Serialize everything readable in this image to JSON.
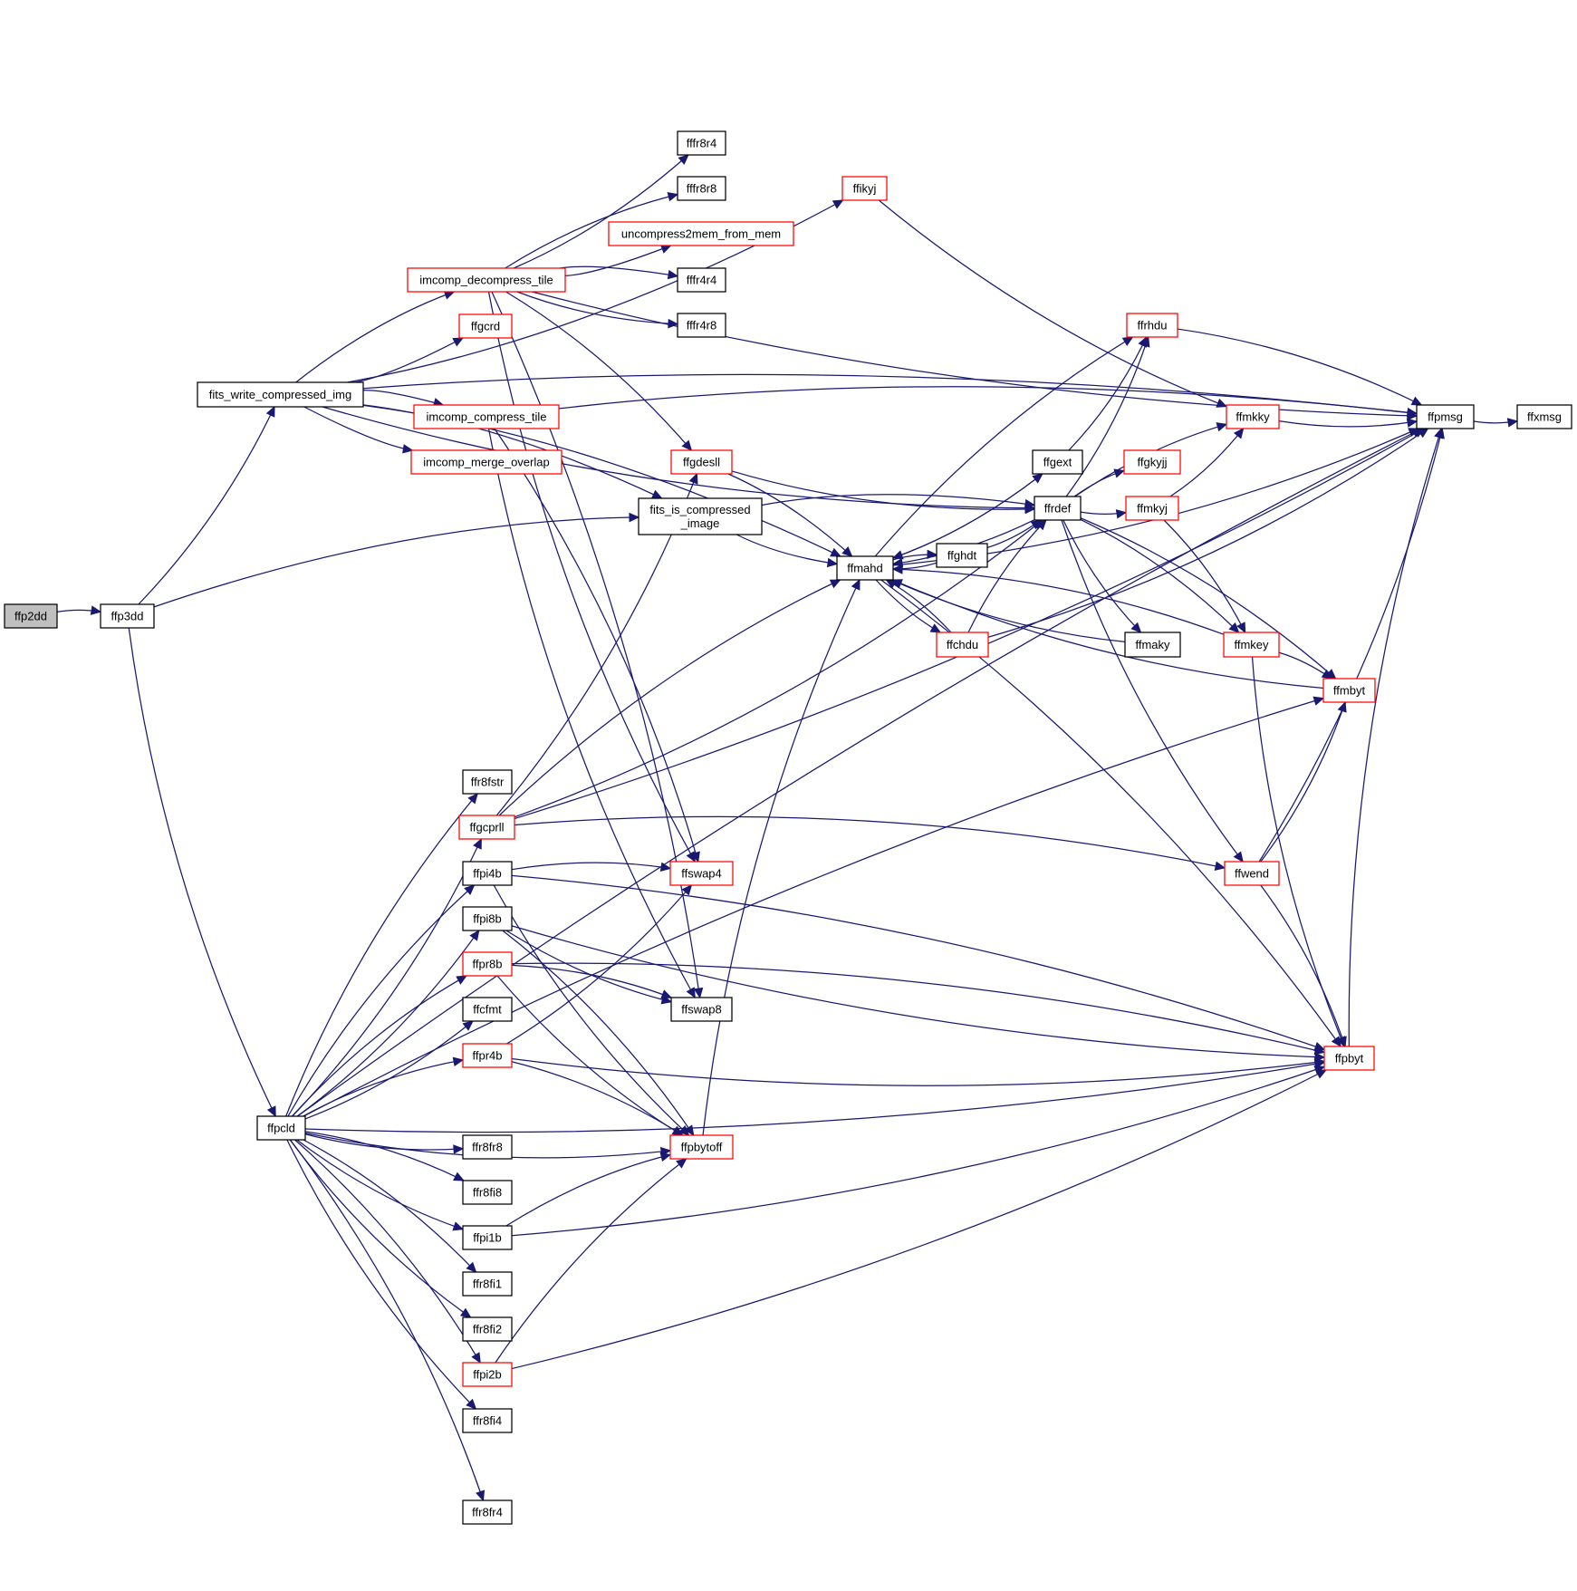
{
  "colors": {
    "background": "#ffffff",
    "edge": "#191970",
    "node_border": "#000000",
    "node_border_has_more": "#ff0000",
    "node_current_fill": "#bfbfbf"
  },
  "nodes": [
    {
      "id": "ffp2dd",
      "lines": [
        "ffp2dd"
      ],
      "current": true
    },
    {
      "id": "ffp3dd",
      "lines": [
        "ffp3dd"
      ]
    },
    {
      "id": "fits_write_compressed_img",
      "lines": [
        "fits_write_compressed_img"
      ]
    },
    {
      "id": "fits_is_compressed_image",
      "lines": [
        "fits_is_compressed",
        "_image"
      ]
    },
    {
      "id": "ffpcld",
      "lines": [
        "ffpcld"
      ]
    },
    {
      "id": "imcomp_decompress_tile",
      "lines": [
        "imcomp_decompress_tile"
      ],
      "has_more": true
    },
    {
      "id": "ffgcrd",
      "lines": [
        "ffgcrd"
      ],
      "has_more": true
    },
    {
      "id": "imcomp_compress_tile",
      "lines": [
        "imcomp_compress_tile"
      ],
      "has_more": true
    },
    {
      "id": "imcomp_merge_overlap",
      "lines": [
        "imcomp_merge_overlap"
      ],
      "has_more": true
    },
    {
      "id": "fffr8r4",
      "lines": [
        "fffr8r4"
      ]
    },
    {
      "id": "fffr8r8",
      "lines": [
        "fffr8r8"
      ]
    },
    {
      "id": "uncompress2mem_from_mem",
      "lines": [
        "uncompress2mem_from_mem"
      ],
      "has_more": true
    },
    {
      "id": "fffr4r4",
      "lines": [
        "fffr4r4"
      ]
    },
    {
      "id": "fffr4r8",
      "lines": [
        "fffr4r8"
      ]
    },
    {
      "id": "ffikyj",
      "lines": [
        "ffikyj"
      ],
      "has_more": true
    },
    {
      "id": "ffgdesll",
      "lines": [
        "ffgdesll"
      ],
      "has_more": true
    },
    {
      "id": "ffmahd",
      "lines": [
        "ffmahd"
      ]
    },
    {
      "id": "ffghdt",
      "lines": [
        "ffghdt"
      ]
    },
    {
      "id": "ffgext",
      "lines": [
        "ffgext"
      ]
    },
    {
      "id": "ffrdef",
      "lines": [
        "ffrdef"
      ]
    },
    {
      "id": "ffchdu",
      "lines": [
        "ffchdu"
      ],
      "has_more": true
    },
    {
      "id": "ffrhdu",
      "lines": [
        "ffrhdu"
      ],
      "has_more": true
    },
    {
      "id": "ffgkyjj",
      "lines": [
        "ffgkyjj"
      ],
      "has_more": true
    },
    {
      "id": "ffmkyj",
      "lines": [
        "ffmkyj"
      ],
      "has_more": true
    },
    {
      "id": "ffmkky",
      "lines": [
        "ffmkky"
      ],
      "has_more": true
    },
    {
      "id": "ffmaky",
      "lines": [
        "ffmaky"
      ]
    },
    {
      "id": "ffmkey",
      "lines": [
        "ffmkey"
      ],
      "has_more": true
    },
    {
      "id": "ffmbyt",
      "lines": [
        "ffmbyt"
      ],
      "has_more": true
    },
    {
      "id": "ffwend",
      "lines": [
        "ffwend"
      ],
      "has_more": true
    },
    {
      "id": "ffpbyt",
      "lines": [
        "ffpbyt"
      ],
      "has_more": true
    },
    {
      "id": "ffpmsg",
      "lines": [
        "ffpmsg"
      ]
    },
    {
      "id": "ffxmsg",
      "lines": [
        "ffxmsg"
      ]
    },
    {
      "id": "ffr8fstr",
      "lines": [
        "ffr8fstr"
      ]
    },
    {
      "id": "ffgcprll",
      "lines": [
        "ffgcprll"
      ],
      "has_more": true
    },
    {
      "id": "ffpi4b",
      "lines": [
        "ffpi4b"
      ]
    },
    {
      "id": "ffpi8b",
      "lines": [
        "ffpi8b"
      ]
    },
    {
      "id": "ffpr8b",
      "lines": [
        "ffpr8b"
      ],
      "has_more": true
    },
    {
      "id": "ffcfmt",
      "lines": [
        "ffcfmt"
      ]
    },
    {
      "id": "ffpr4b",
      "lines": [
        "ffpr4b"
      ],
      "has_more": true
    },
    {
      "id": "ffr8fr8",
      "lines": [
        "ffr8fr8"
      ]
    },
    {
      "id": "ffr8fi8",
      "lines": [
        "ffr8fi8"
      ]
    },
    {
      "id": "ffpi1b",
      "lines": [
        "ffpi1b"
      ]
    },
    {
      "id": "ffr8fi1",
      "lines": [
        "ffr8fi1"
      ]
    },
    {
      "id": "ffr8fi2",
      "lines": [
        "ffr8fi2"
      ]
    },
    {
      "id": "ffpi2b",
      "lines": [
        "ffpi2b"
      ],
      "has_more": true
    },
    {
      "id": "ffr8fi4",
      "lines": [
        "ffr8fi4"
      ]
    },
    {
      "id": "ffr8fr4",
      "lines": [
        "ffr8fr4"
      ]
    },
    {
      "id": "ffswap4",
      "lines": [
        "ffswap4"
      ],
      "has_more": true
    },
    {
      "id": "ffswap8",
      "lines": [
        "ffswap8"
      ]
    },
    {
      "id": "ffpbytoff",
      "lines": [
        "ffpbytoff"
      ],
      "has_more": true
    }
  ],
  "edges": [
    [
      "ffp2dd",
      "ffp3dd"
    ],
    [
      "ffp3dd",
      "fits_write_compressed_img"
    ],
    [
      "ffp3dd",
      "fits_is_compressed_image"
    ],
    [
      "ffp3dd",
      "ffpcld"
    ],
    [
      "fits_write_compressed_img",
      "imcomp_decompress_tile"
    ],
    [
      "fits_write_compressed_img",
      "ffgcrd"
    ],
    [
      "fits_write_compressed_img",
      "imcomp_compress_tile"
    ],
    [
      "fits_write_compressed_img",
      "imcomp_merge_overlap"
    ],
    [
      "fits_write_compressed_img",
      "fits_is_compressed_image"
    ],
    [
      "fits_write_compressed_img",
      "ffikyj"
    ],
    [
      "fits_write_compressed_img",
      "ffmahd"
    ],
    [
      "fits_write_compressed_img",
      "ffrdef"
    ],
    [
      "fits_write_compressed_img",
      "ffpmsg"
    ],
    [
      "imcomp_decompress_tile",
      "fffr8r4"
    ],
    [
      "imcomp_decompress_tile",
      "fffr8r8"
    ],
    [
      "imcomp_decompress_tile",
      "uncompress2mem_from_mem"
    ],
    [
      "imcomp_decompress_tile",
      "fffr4r4"
    ],
    [
      "imcomp_decompress_tile",
      "fffr4r8"
    ],
    [
      "imcomp_decompress_tile",
      "ffgdesll"
    ],
    [
      "imcomp_decompress_tile",
      "ffswap4"
    ],
    [
      "imcomp_decompress_tile",
      "ffswap8"
    ],
    [
      "imcomp_decompress_tile",
      "ffpmsg"
    ],
    [
      "imcomp_compress_tile",
      "ffswap4"
    ],
    [
      "imcomp_compress_tile",
      "ffswap8"
    ],
    [
      "imcomp_compress_tile",
      "ffpmsg"
    ],
    [
      "fits_is_compressed_image",
      "ffmahd"
    ],
    [
      "fits_is_compressed_image",
      "ffrdef"
    ],
    [
      "ffikyj",
      "ffmkky"
    ],
    [
      "ffgdesll",
      "ffmahd"
    ],
    [
      "ffgdesll",
      "ffrdef"
    ],
    [
      "ffmahd",
      "ffghdt"
    ],
    [
      "ffmahd",
      "ffgext"
    ],
    [
      "ffmahd",
      "ffrhdu"
    ],
    [
      "ffmahd",
      "ffchdu"
    ],
    [
      "ffmahd",
      "ffpbyt"
    ],
    [
      "ffmahd",
      "ffpmsg"
    ],
    [
      "ffghdt",
      "ffmahd"
    ],
    [
      "ffghdt",
      "ffrdef"
    ],
    [
      "ffgext",
      "ffmahd"
    ],
    [
      "ffgext",
      "ffrhdu"
    ],
    [
      "ffrdef",
      "ffmahd"
    ],
    [
      "ffrdef",
      "ffrhdu"
    ],
    [
      "ffrdef",
      "ffgkyjj"
    ],
    [
      "ffrdef",
      "ffmkyj"
    ],
    [
      "ffrdef",
      "ffmkky"
    ],
    [
      "ffrdef",
      "ffmaky"
    ],
    [
      "ffrdef",
      "ffmkey"
    ],
    [
      "ffrdef",
      "ffwend"
    ],
    [
      "ffrdef",
      "ffmbyt"
    ],
    [
      "ffchdu",
      "ffmahd"
    ],
    [
      "ffchdu",
      "ffrdef"
    ],
    [
      "ffchdu",
      "ffpmsg"
    ],
    [
      "ffrhdu",
      "ffpmsg"
    ],
    [
      "ffmkyj",
      "ffmkky"
    ],
    [
      "ffmkyj",
      "ffmkey"
    ],
    [
      "ffmkky",
      "ffpmsg"
    ],
    [
      "ffmaky",
      "ffmahd"
    ],
    [
      "ffmkey",
      "ffmahd"
    ],
    [
      "ffmkey",
      "ffmbyt"
    ],
    [
      "ffmkey",
      "ffpbyt"
    ],
    [
      "ffmbyt",
      "ffmahd"
    ],
    [
      "ffwend",
      "ffmbyt"
    ],
    [
      "ffwend",
      "ffpbyt"
    ],
    [
      "ffwend",
      "ffpmsg"
    ],
    [
      "ffpbyt",
      "ffpmsg"
    ],
    [
      "ffpmsg",
      "ffxmsg"
    ],
    [
      "ffpcld",
      "ffr8fstr"
    ],
    [
      "ffpcld",
      "ffgcprll"
    ],
    [
      "ffpcld",
      "ffpi4b"
    ],
    [
      "ffpcld",
      "ffpi8b"
    ],
    [
      "ffpcld",
      "ffpr8b"
    ],
    [
      "ffpcld",
      "ffcfmt"
    ],
    [
      "ffpcld",
      "ffpr4b"
    ],
    [
      "ffpcld",
      "ffr8fr8"
    ],
    [
      "ffpcld",
      "ffr8fi8"
    ],
    [
      "ffpcld",
      "ffpi1b"
    ],
    [
      "ffpcld",
      "ffr8fi1"
    ],
    [
      "ffpcld",
      "ffr8fi2"
    ],
    [
      "ffpcld",
      "ffpi2b"
    ],
    [
      "ffpcld",
      "ffr8fi4"
    ],
    [
      "ffpcld",
      "ffr8fr4"
    ],
    [
      "ffpcld",
      "ffpbytoff"
    ],
    [
      "ffpcld",
      "ffmbyt"
    ],
    [
      "ffpcld",
      "ffpbyt"
    ],
    [
      "ffpcld",
      "ffpmsg"
    ],
    [
      "ffgcprll",
      "ffgdesll"
    ],
    [
      "ffgcprll",
      "ffmahd"
    ],
    [
      "ffgcprll",
      "ffrdef"
    ],
    [
      "ffgcprll",
      "ffwend"
    ],
    [
      "ffgcprll",
      "ffpmsg"
    ],
    [
      "ffpi4b",
      "ffswap4"
    ],
    [
      "ffpi4b",
      "ffpbytoff"
    ],
    [
      "ffpi4b",
      "ffpbyt"
    ],
    [
      "ffpi8b",
      "ffswap8"
    ],
    [
      "ffpi8b",
      "ffpbytoff"
    ],
    [
      "ffpi8b",
      "ffpbyt"
    ],
    [
      "ffpr8b",
      "ffswap8"
    ],
    [
      "ffpr8b",
      "ffpbytoff"
    ],
    [
      "ffpr8b",
      "ffpbyt"
    ],
    [
      "ffpr4b",
      "ffswap4"
    ],
    [
      "ffpr4b",
      "ffpbytoff"
    ],
    [
      "ffpr4b",
      "ffpbyt"
    ],
    [
      "ffpi1b",
      "ffpbytoff"
    ],
    [
      "ffpi1b",
      "ffpbyt"
    ],
    [
      "ffpi2b",
      "ffpbytoff"
    ],
    [
      "ffpi2b",
      "ffpbyt"
    ],
    [
      "ffpbytoff",
      "ffmahd"
    ]
  ]
}
